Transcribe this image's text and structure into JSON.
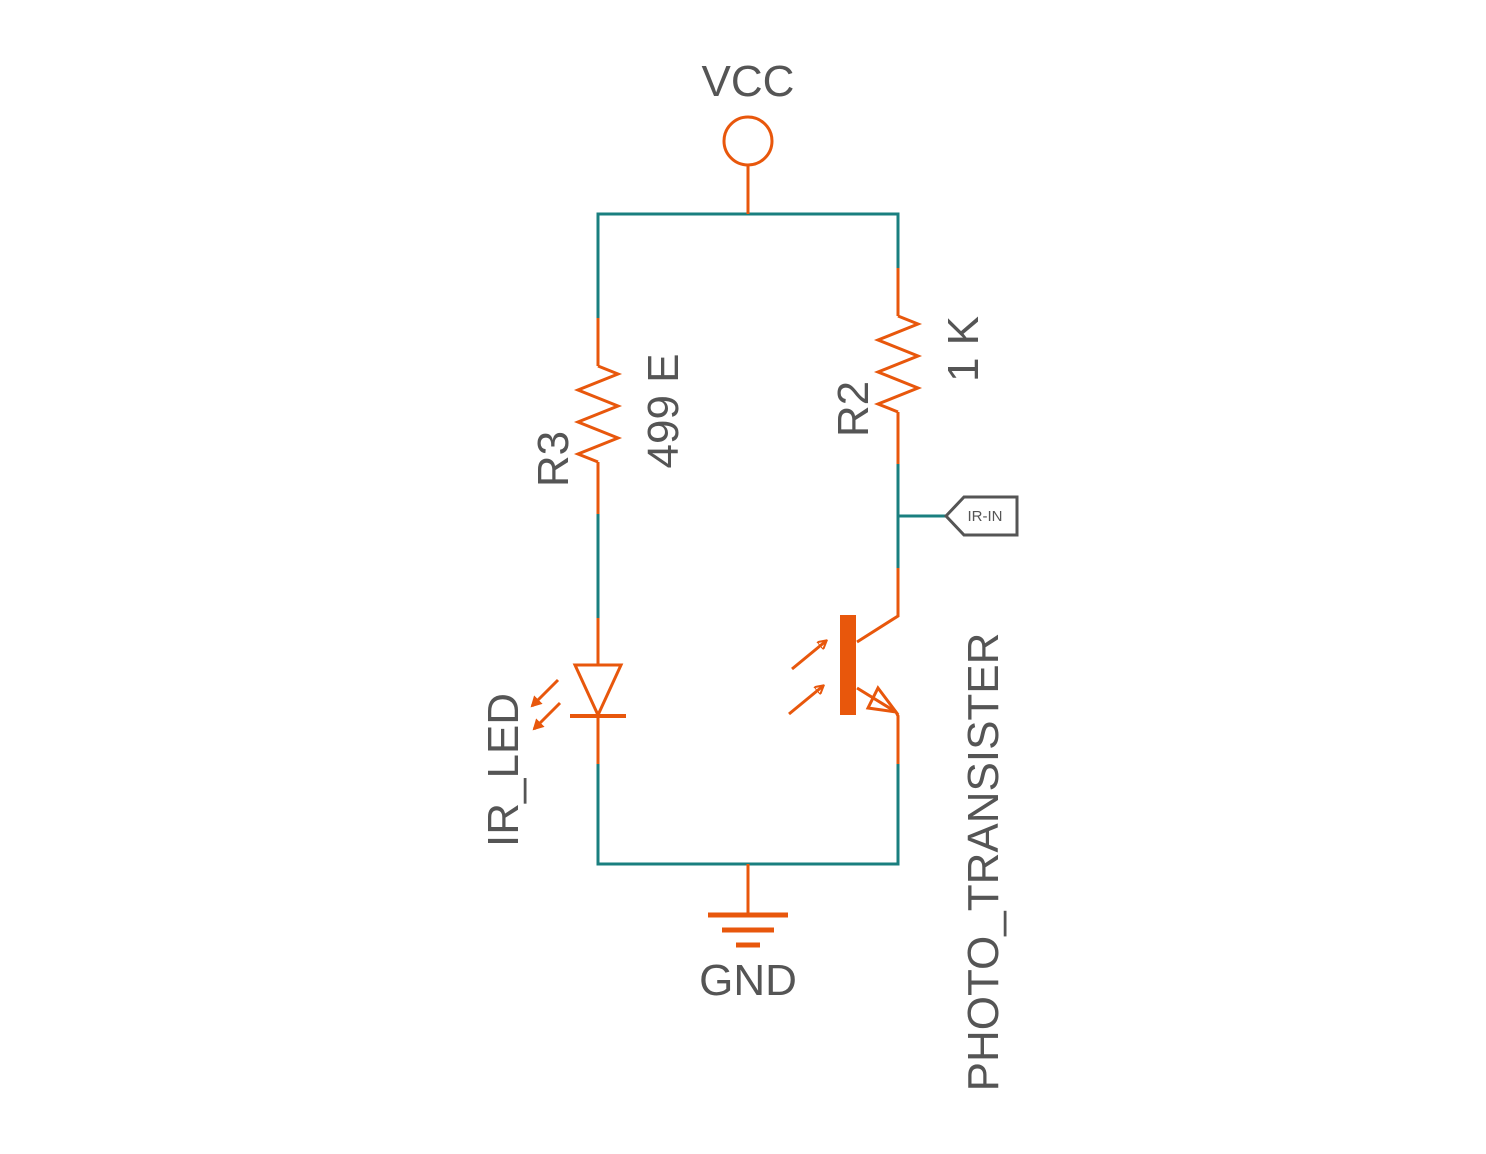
{
  "colors": {
    "wire": "#1a7f7f",
    "component": "#e8570c",
    "text": "#555555",
    "background": "#ffffff"
  },
  "power": {
    "vcc_label": "VCC",
    "gnd_label": "GND"
  },
  "resistors": [
    {
      "designator": "R3",
      "value": "499 E"
    },
    {
      "designator": "R2",
      "value": "1 K"
    }
  ],
  "led": {
    "label": "IR_LED"
  },
  "transistor": {
    "label": "PHOTO_TRANSISTER"
  },
  "net_port": {
    "label": "IR-IN"
  }
}
